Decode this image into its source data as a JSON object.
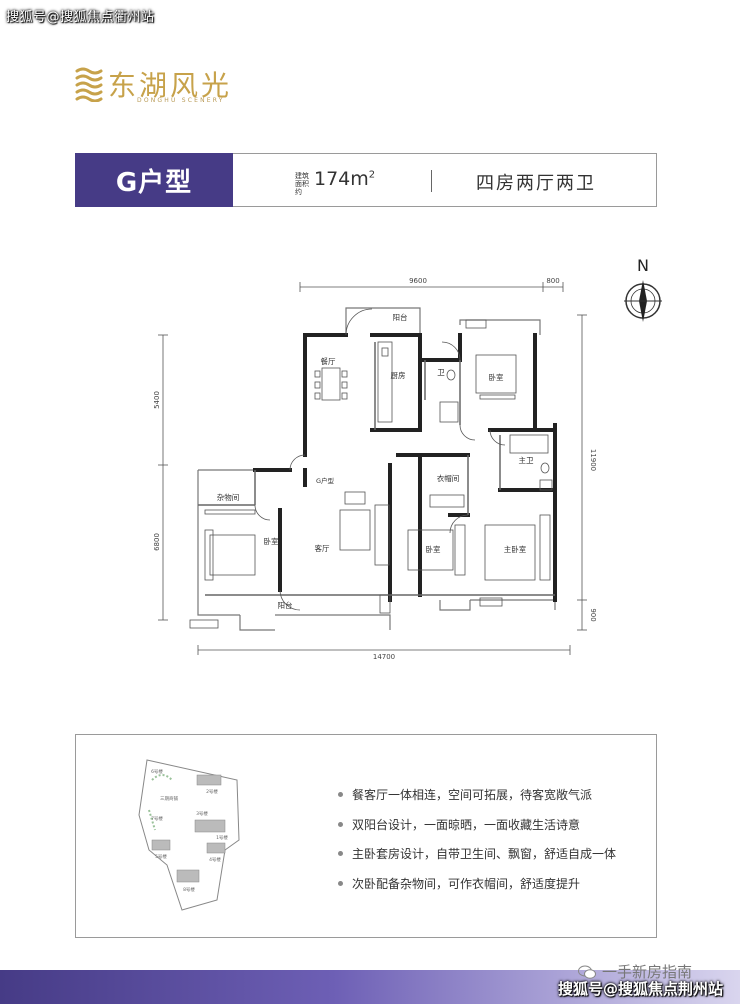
{
  "watermark_top": "搜狐号@搜狐焦点衢州站",
  "brand": {
    "name": "东湖风光",
    "subtitle": "DONGHU SCENERY",
    "color": "#c7a24a"
  },
  "header": {
    "unit_type": "G户型",
    "area_label_line1": "建筑",
    "area_label_line2": "面积约",
    "area_value": "174m",
    "area_unit_sup": "2",
    "layout": "四房两厅两卫",
    "accent_color": "#463b86"
  },
  "compass": {
    "north": "N"
  },
  "floorplan": {
    "dimensions": {
      "top_main": "9600",
      "top_right": "800",
      "left_upper": "5400",
      "left_lower": "6800",
      "right_main": "11900",
      "right_small": "900",
      "bottom": "14700"
    },
    "rooms": {
      "balcony_top": "阳台",
      "dining": "餐厅",
      "kitchen": "厨房",
      "bath_common": "卫",
      "bedroom_top": "卧室",
      "master_bath": "主卫",
      "walk_in": "衣帽间",
      "storage": "杂物间",
      "bedroom_left": "卧室",
      "living": "客厅",
      "plan_tag": "G户型",
      "bedroom_mid": "卧室",
      "master_bedroom": "主卧室",
      "balcony_bottom": "阳台"
    }
  },
  "site_plan": {
    "labels": [
      "6号楼",
      "2号楼",
      "三期商铺",
      "7号楼",
      "3号楼",
      "1号楼",
      "5号楼",
      "4号楼",
      "8号楼"
    ]
  },
  "features": [
    "餐客厅一体相连，空间可拓展，待客宽敞气派",
    "双阳台设计，一面晾晒，一面收藏生活诗意",
    "主卧套房设计，自带卫生间、飘窗，舒适自成一体",
    "次卧配备杂物间，可作衣帽间，舒适度提升"
  ],
  "footer": {
    "wechat_text": "一手新房指南",
    "watermark_bottom": "搜狐号@搜狐焦点荆州站"
  }
}
